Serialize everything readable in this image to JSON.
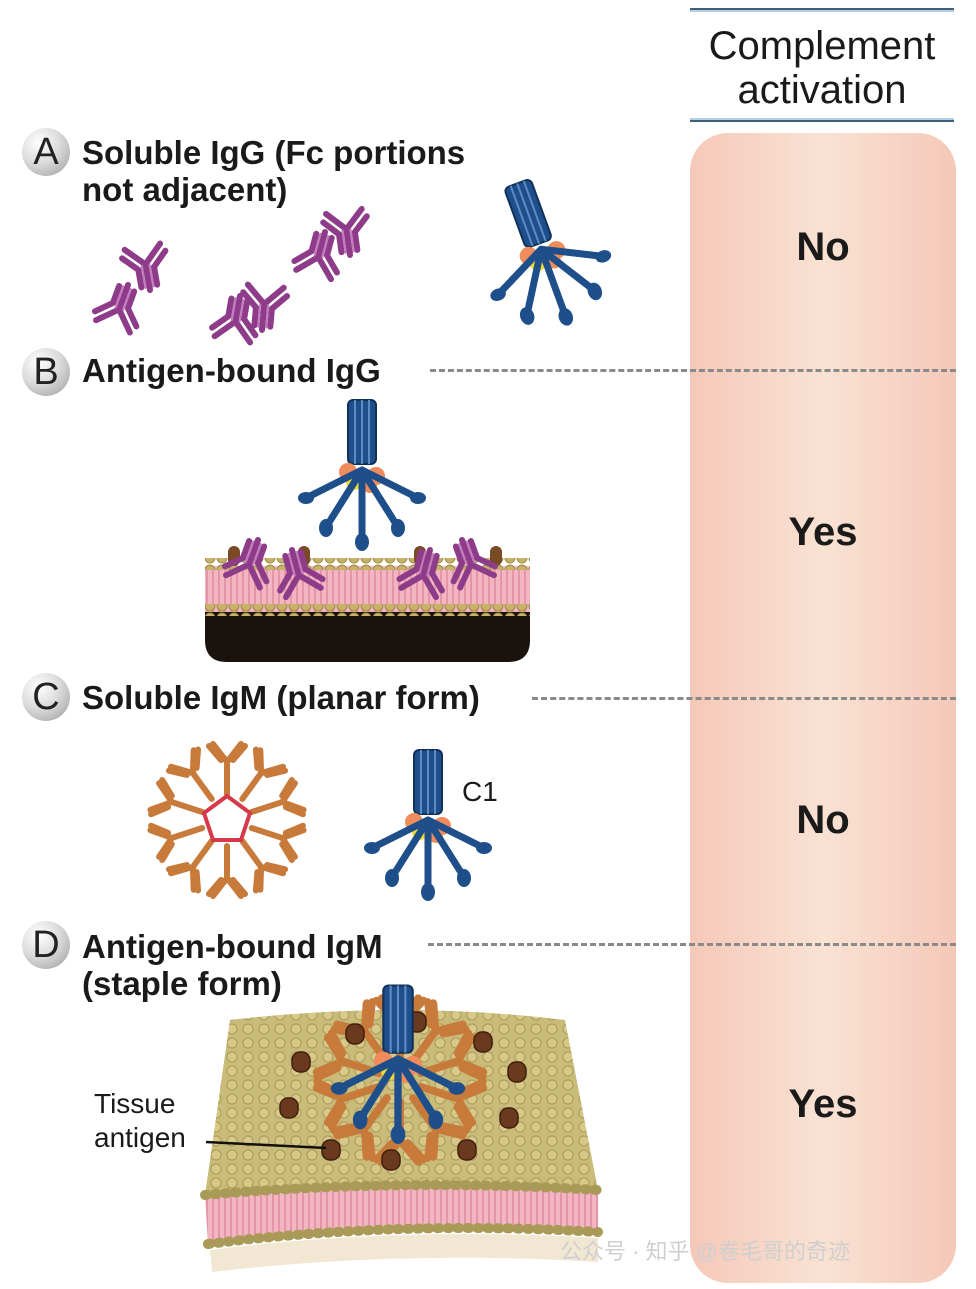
{
  "header": {
    "line1": "Complement",
    "line2": "activation"
  },
  "panels": [
    {
      "letter": "A",
      "title_line1": "Soluble IgG (Fc portions",
      "title_line2": "not adjacent)",
      "result": "No"
    },
    {
      "letter": "B",
      "title_line1": "Antigen-bound IgG",
      "result": "Yes"
    },
    {
      "letter": "C",
      "title_line1": "Soluble IgM (planar form)",
      "result": "No"
    },
    {
      "letter": "D",
      "title_line1": "Antigen-bound IgM",
      "title_line2": "(staple form)",
      "result": "Yes"
    }
  ],
  "labels": {
    "c1": "C1",
    "tissue_line1": "Tissue",
    "tissue_line2": "antigen"
  },
  "watermark": "公众号 · 知乎 @卷毛哥的奇迹",
  "colors": {
    "igg": "#8e3c8a",
    "igm": "#c87a3a",
    "c1": "#1f4f8a",
    "column": "#f7d3c4",
    "membrane": "#e8a6b0",
    "antigen": "#6b3a1e"
  }
}
